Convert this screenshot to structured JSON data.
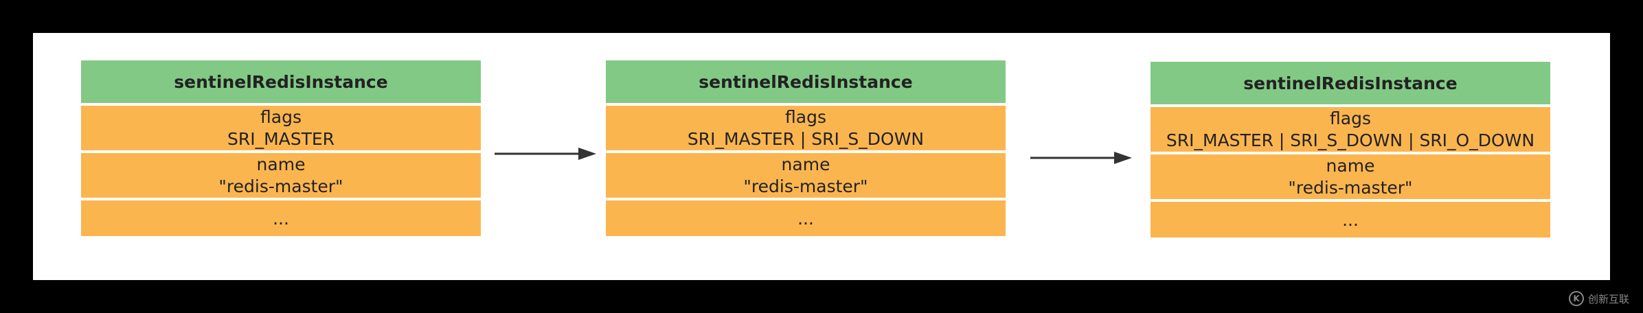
{
  "structs": [
    {
      "title": "sentinelRedisInstance",
      "flags_label": "flags",
      "flags_value": "SRI_MASTER",
      "name_label": "name",
      "name_value": "\"redis-master\"",
      "more": "..."
    },
    {
      "title": "sentinelRedisInstance",
      "flags_label": "flags",
      "flags_value": "SRI_MASTER | SRI_S_DOWN",
      "name_label": "name",
      "name_value": "\"redis-master\"",
      "more": "..."
    },
    {
      "title": "sentinelRedisInstance",
      "flags_label": "flags",
      "flags_value": "SRI_MASTER | SRI_S_DOWN | SRI_O_DOWN",
      "name_label": "name",
      "name_value": "\"redis-master\"",
      "more": "..."
    }
  ],
  "colors": {
    "header": "#82c985",
    "field": "#fbb54f",
    "background": "#ffffff",
    "frame": "#000000",
    "arrow": "#333333"
  },
  "watermark": {
    "logo_mark": "K",
    "text": "创新互联"
  }
}
